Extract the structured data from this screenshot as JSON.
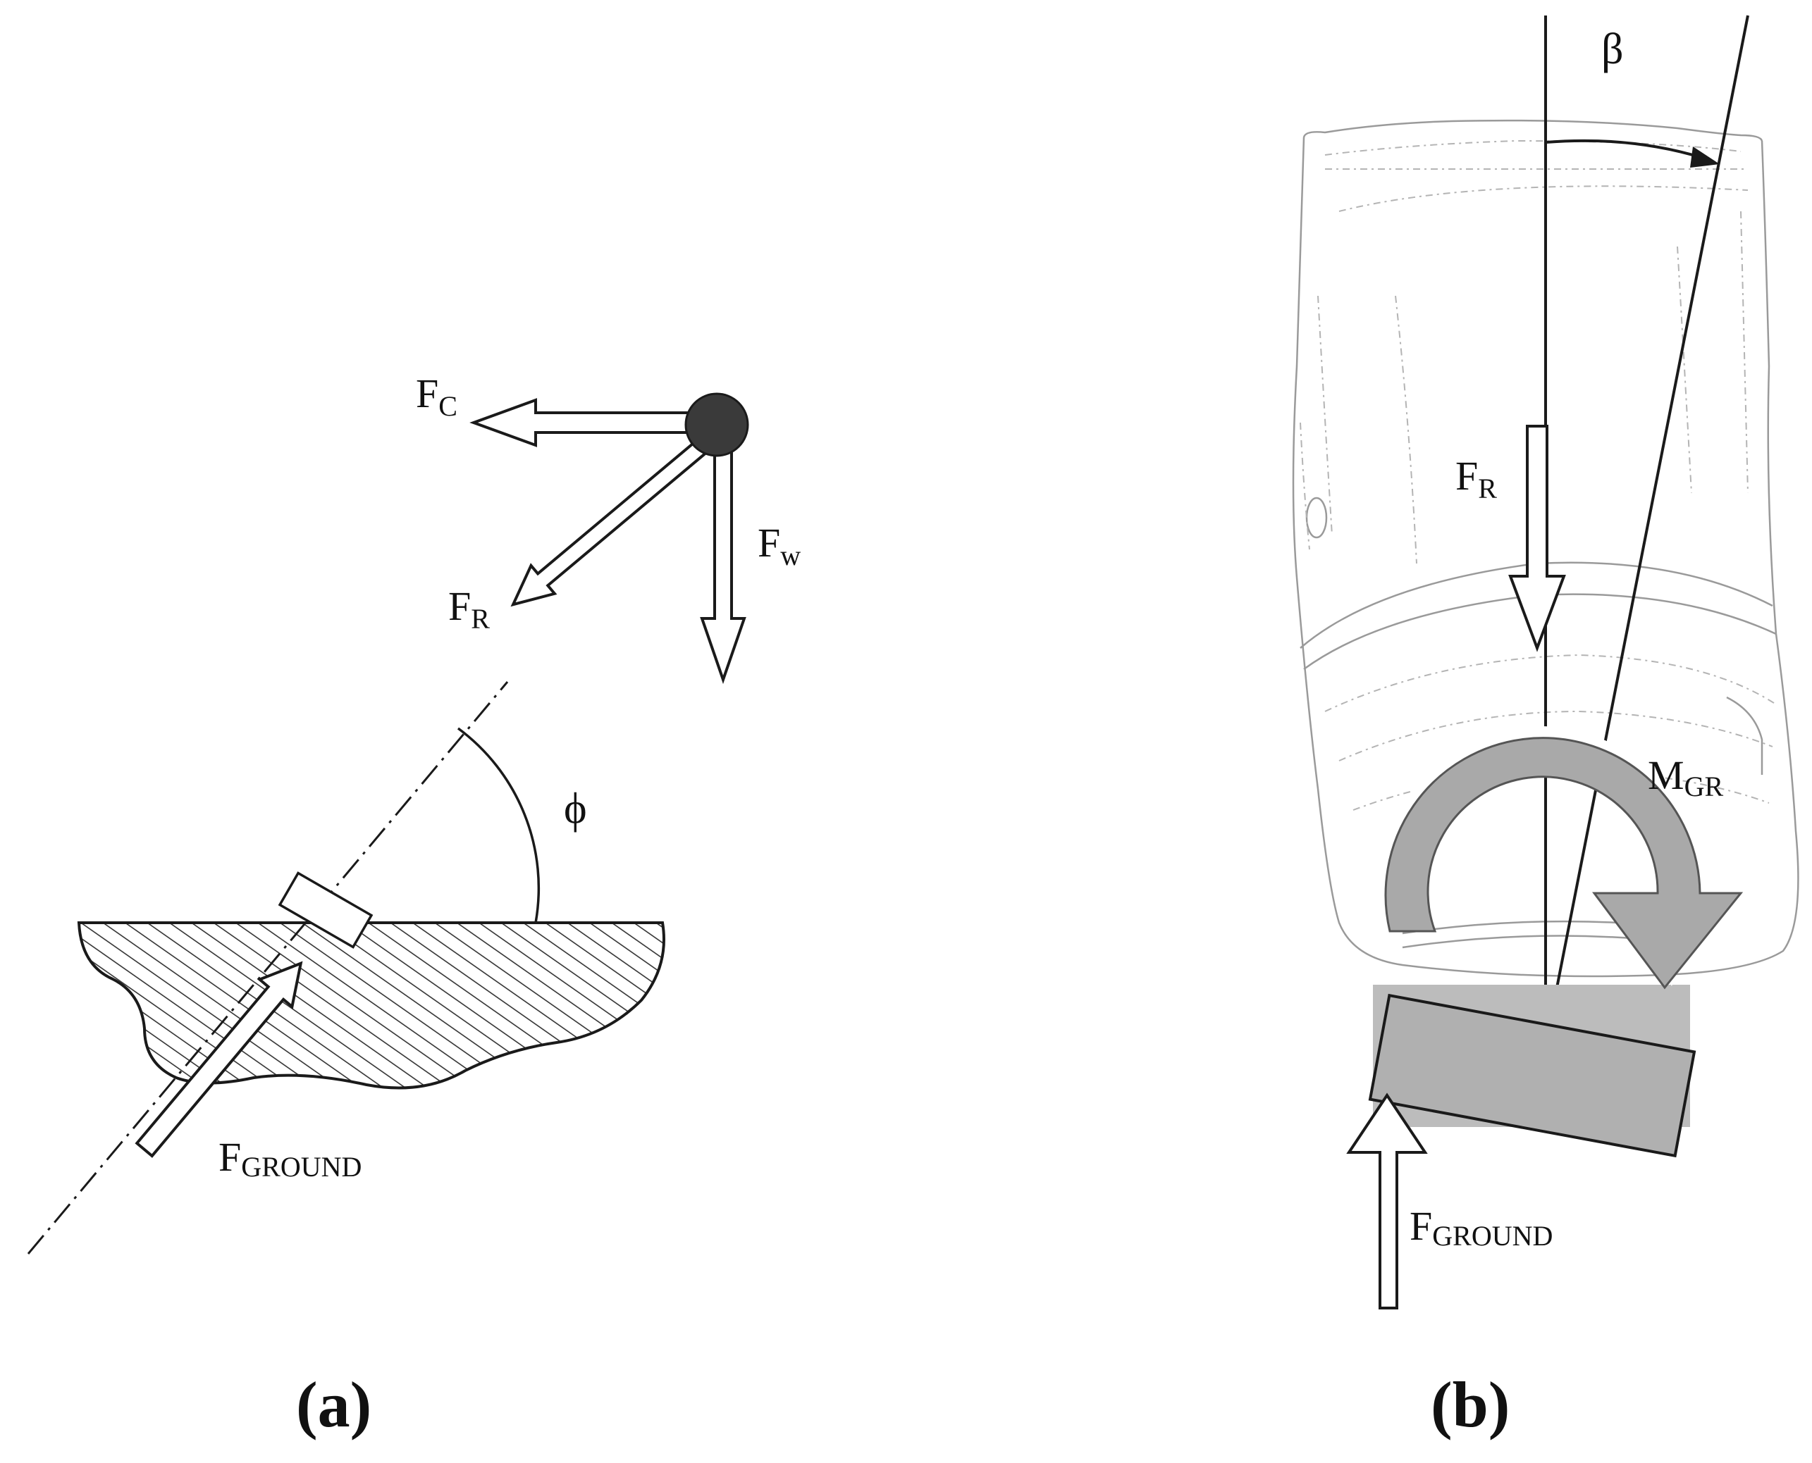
{
  "panel_a": {
    "label": "(a)",
    "forces": {
      "fc": {
        "main": "F",
        "sub": "C"
      },
      "fw": {
        "main": "F",
        "sub": "w"
      },
      "fr": {
        "main": "F",
        "sub": "R"
      },
      "fground": {
        "main": "F",
        "sub": "GROUND"
      }
    },
    "angle": "ϕ"
  },
  "panel_b": {
    "label": "(b)",
    "forces": {
      "fr": {
        "main": "F",
        "sub": "R"
      },
      "fground": {
        "main": "F",
        "sub": "GROUND"
      },
      "mgr": {
        "main": "M",
        "sub": "GR"
      }
    },
    "angle": "β"
  },
  "colors": {
    "ink": "#1a1a1a",
    "mass_ball": "#3a3a3a",
    "moment_arrow_fill": "#a9a9a9",
    "block_fill": "#bcbcbc",
    "ground_hatch": "#333333",
    "boot_sketch": "#9a9a9a"
  }
}
